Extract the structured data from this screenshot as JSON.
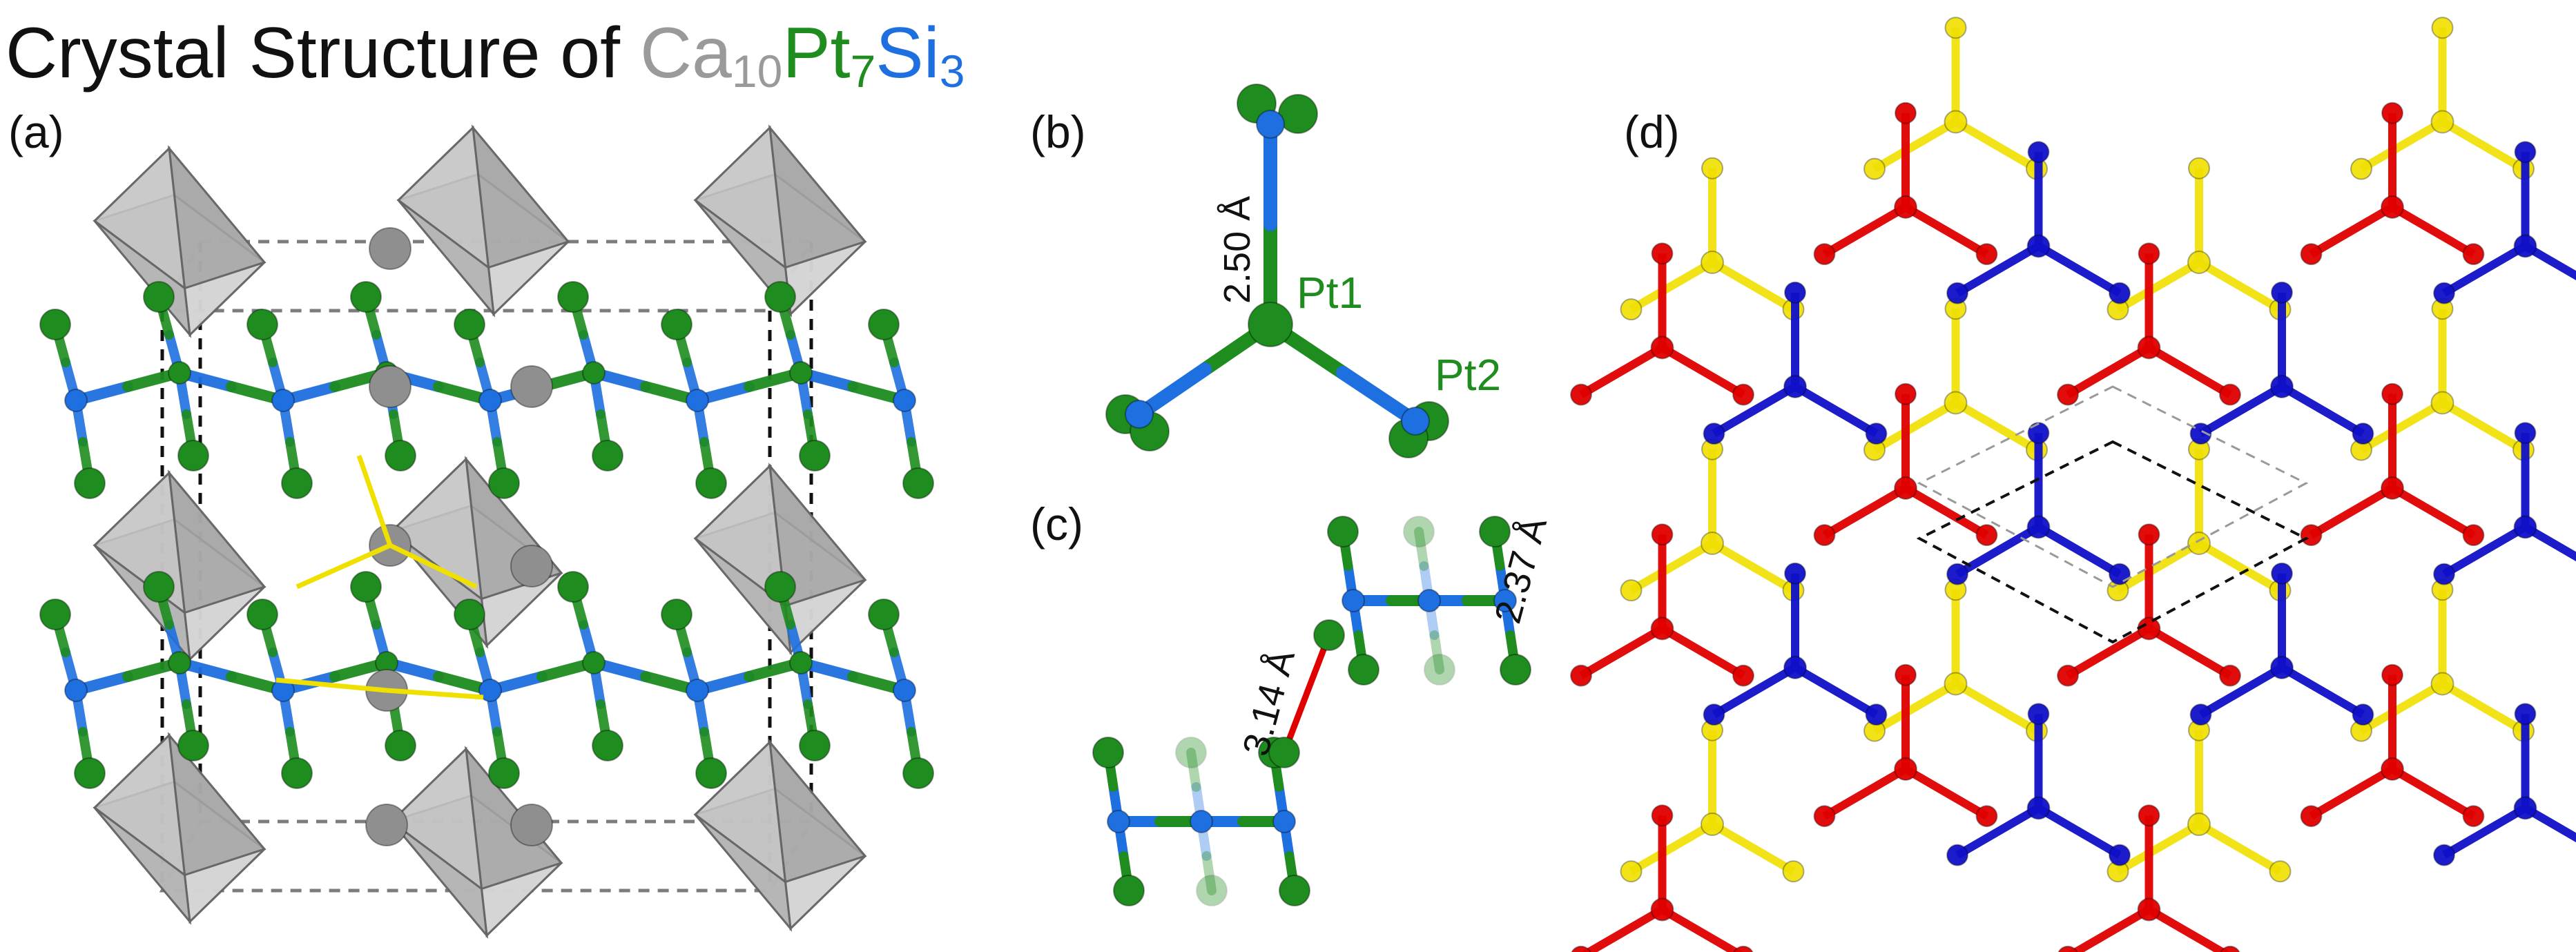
{
  "title": {
    "prefix": "Crystal Structure of ",
    "formula": [
      {
        "sym": "Ca",
        "sub": "10",
        "color": "#9a9a9a"
      },
      {
        "sym": "Pt",
        "sub": "7",
        "color": "#1e8c1e"
      },
      {
        "sym": "Si",
        "sub": "3",
        "color": "#1e6fe0"
      }
    ]
  },
  "panels": {
    "a": "(a)",
    "b": "(b)",
    "c": "(c)",
    "d": "(d)"
  },
  "panel_b": {
    "distance": "2.50 Å",
    "atom1": "Pt1",
    "atom2": "Pt2"
  },
  "panel_c": {
    "distance_long": "3.14 Å",
    "distance_short": "2.37 Å"
  },
  "colors": {
    "ca": "#8f8f8f",
    "pt": "#1e8c1e",
    "si": "#1e6fe0",
    "octahedron": "#c9c9c9",
    "net_red": "#e00000",
    "net_blue": "#1010c8",
    "net_yellow": "#f0e000",
    "contact": "#f0e000",
    "long_contact": "#e00000"
  }
}
